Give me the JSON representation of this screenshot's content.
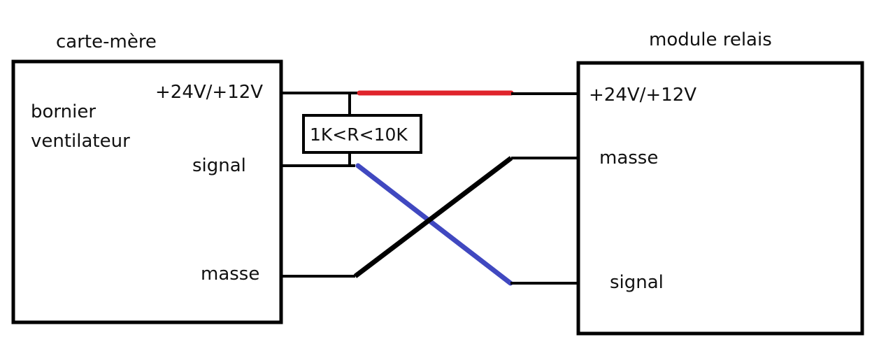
{
  "colors": {
    "wire": "#000000",
    "power_wire": "#e0242b",
    "signal_wire": "#4048c0",
    "background": "#ffffff"
  },
  "left_block": {
    "title": "carte-mère",
    "description_line1": "bornier",
    "description_line2": "ventilateur",
    "pins": {
      "power": "+24V/+12V",
      "signal": "signal",
      "ground": "masse"
    }
  },
  "right_block": {
    "title": "module relais",
    "pins": {
      "power": "+24V/+12V",
      "ground": "masse",
      "signal": "signal"
    }
  },
  "resistor": {
    "label": "1K<R<10K"
  }
}
